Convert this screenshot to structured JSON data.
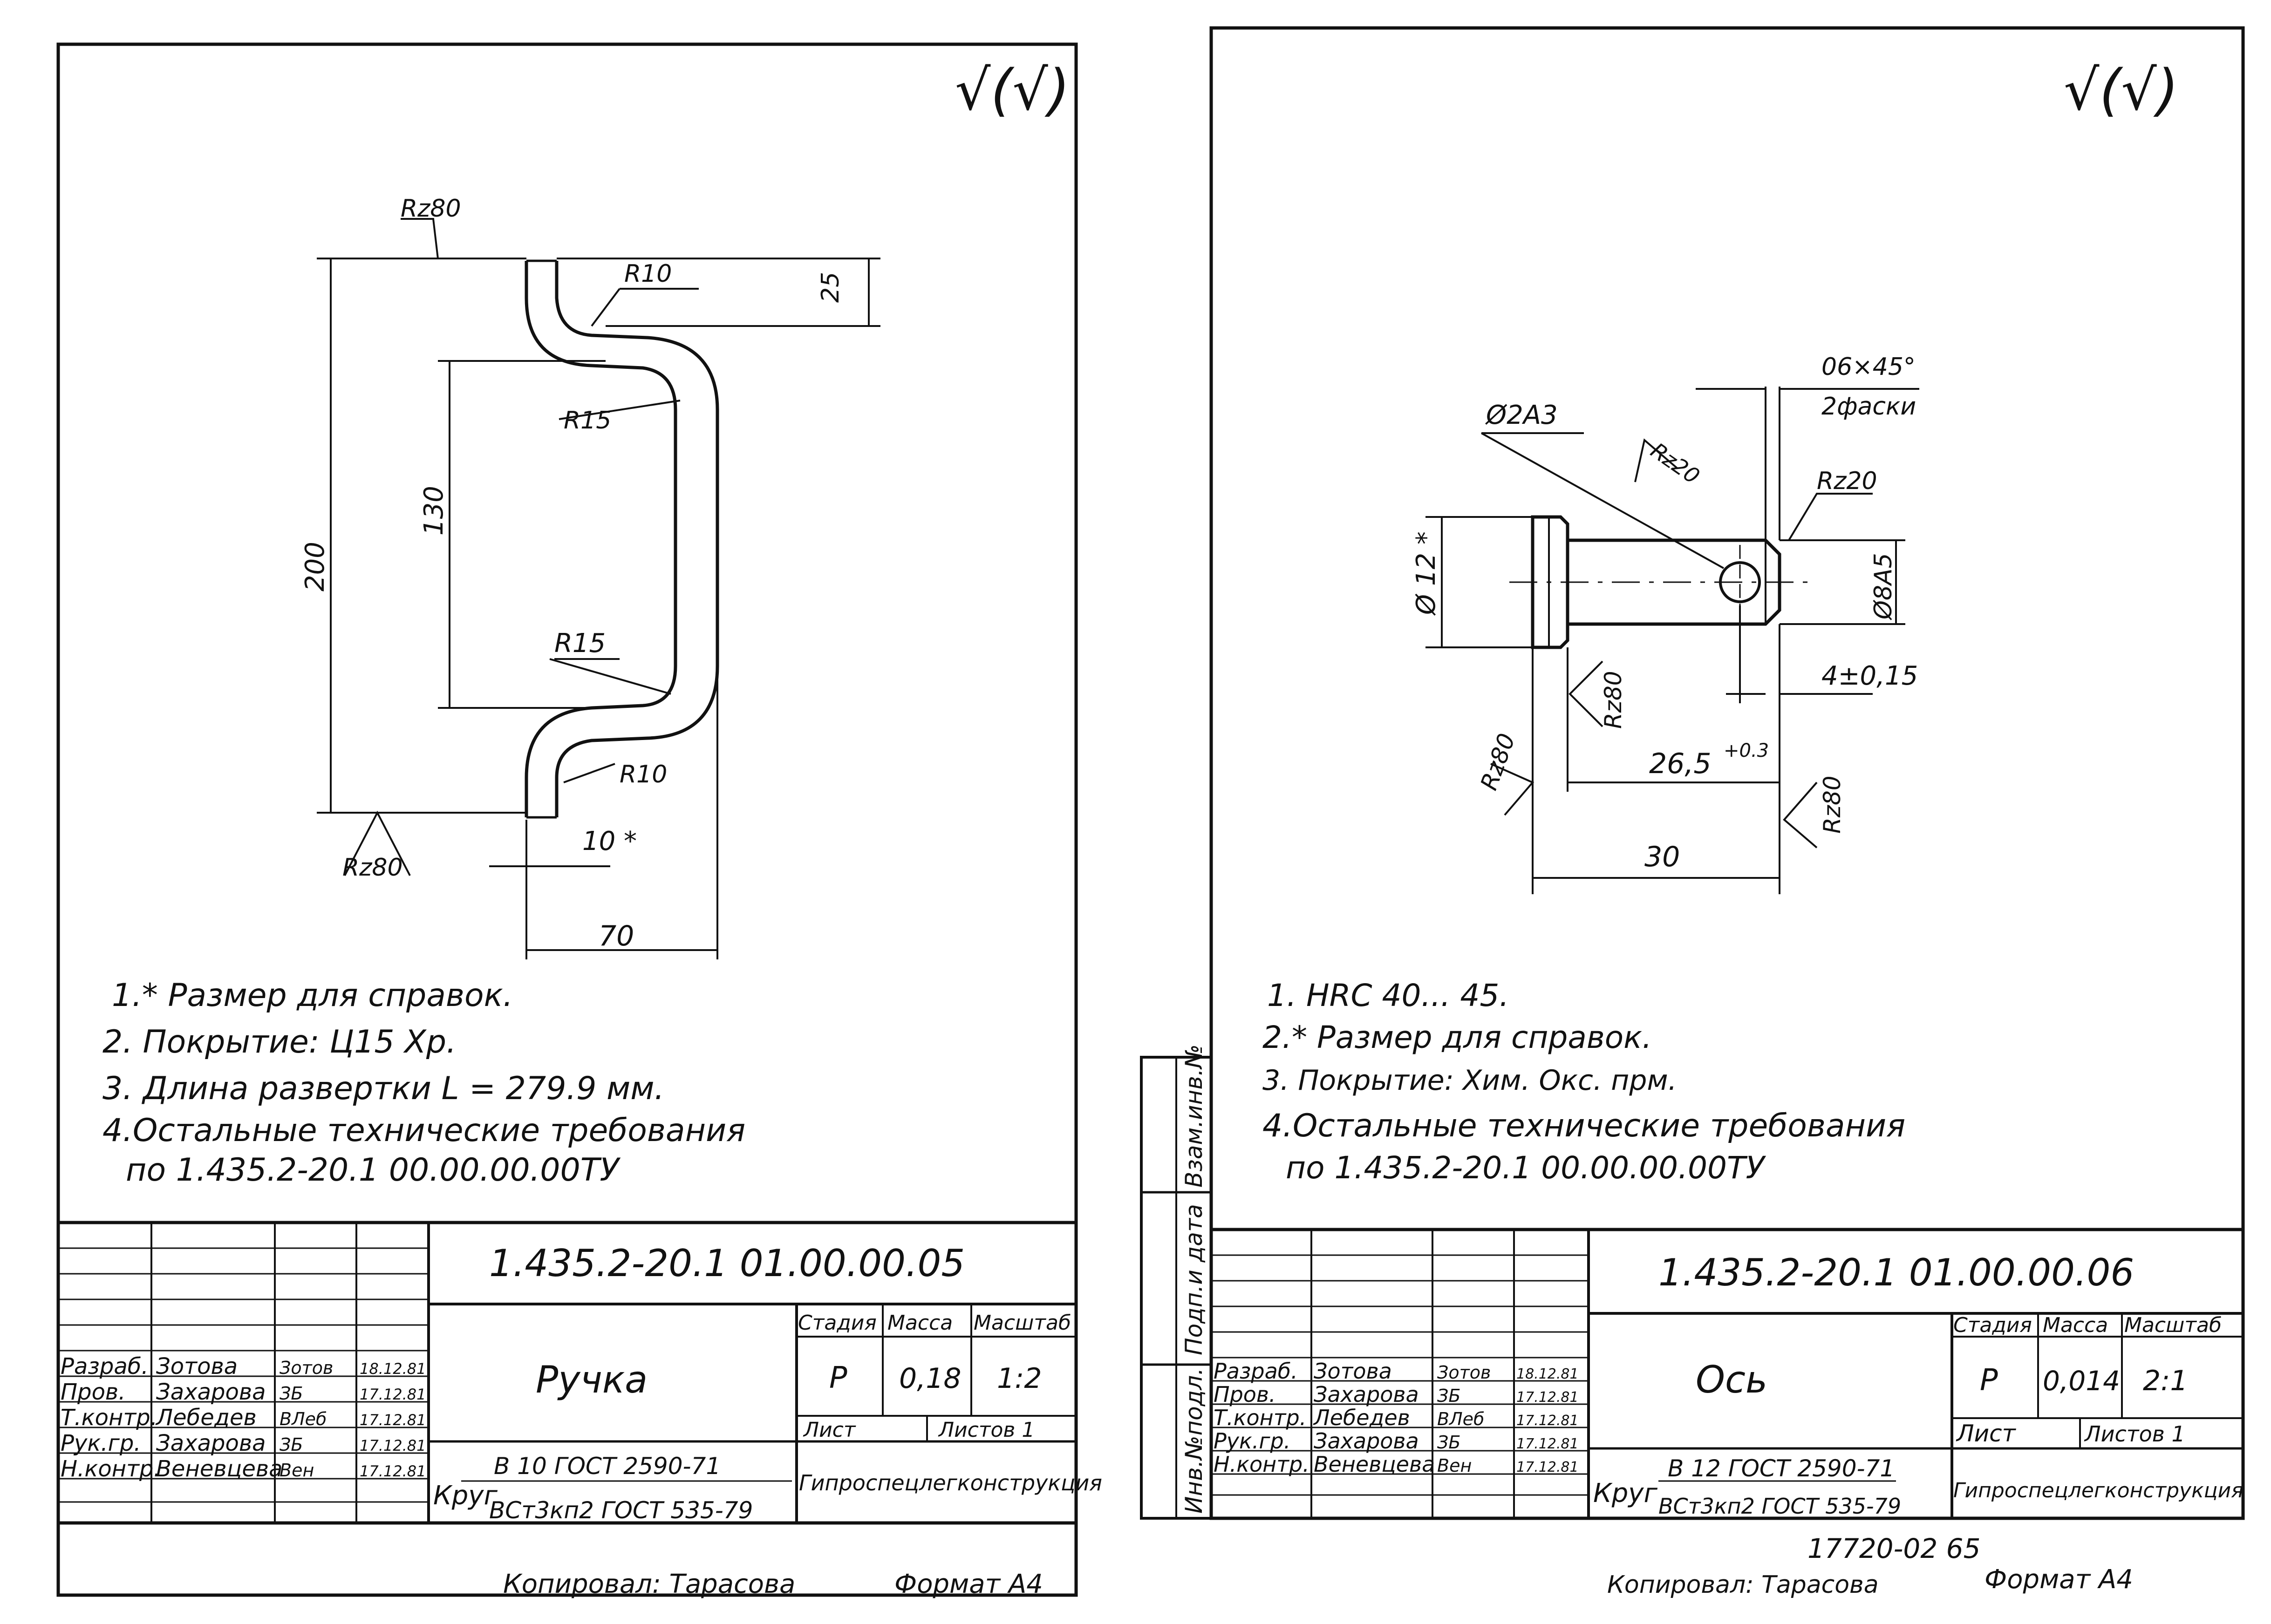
{
  "left_sheet": {
    "roughness_symbol": "√(√)",
    "dimensions": {
      "rz_top": "Rz80",
      "r10_top": "R10",
      "d25": "25",
      "r15_top": "R15",
      "d130": "130",
      "d200": "200",
      "r15_bottom": "R15",
      "r10_bottom": "R10",
      "rz_bottom": "Rz80",
      "d10": "10 *",
      "d70": "70"
    },
    "notes": [
      "1.* Размер для справок.",
      "2. Покрытие: Ц15 Хр.",
      "3. Длина развертки L = 279.9 мм.",
      "4.Остальные технические требования",
      "по 1.435.2-20.1 00.00.00.00ТУ"
    ],
    "title_block": {
      "designation": "1.435.2-20.1 01.00.00.05",
      "name": "Ручка",
      "headers": {
        "stage": "Стадия",
        "mass": "Масса",
        "scale": "Масштаб",
        "sheet": "Лист",
        "sheets": "Листов 1"
      },
      "values": {
        "stage": "Р",
        "mass": "0,18",
        "scale": "1:2"
      },
      "people": [
        {
          "role": "Разраб.",
          "name": "Зотова",
          "sign": "Зотов",
          "date": "18.12.81"
        },
        {
          "role": "Пров.",
          "name": "Захарова",
          "sign": "ЗБ",
          "date": "17.12.81"
        },
        {
          "role": "Т.контр.",
          "name": "Лебедев",
          "sign": "ВЛеб",
          "date": "17.12.81"
        },
        {
          "role": "Рук.гр.",
          "name": "Захарова",
          "sign": "ЗБ",
          "date": "17.12.81"
        },
        {
          "role": "Н.контр.",
          "name": "Веневцева",
          "sign": "Вен",
          "date": "17.12.81"
        }
      ],
      "material_prefix": "Круг",
      "material_top": "В 10 ГОСТ 2590-71",
      "material_bottom": "ВСт3кп2 ГОСТ 535-79",
      "organization": "Гипроспецлегконструкция"
    },
    "footer": {
      "copied": "Копировал: Тарасова",
      "format": "Формат А4"
    }
  },
  "right_sheet": {
    "roughness_symbol": "√(√)",
    "dimensions": {
      "chamfer": "06×45°",
      "chamfer_note": "2фаски",
      "hole": "Ø2А3",
      "rz20_a": "Rz20",
      "rz20_b": "Rz20",
      "d12": "Ø 12 *",
      "d8": "Ø8А5",
      "d4": "4±0,15",
      "rz80_a": "Rz80",
      "rz80_b": "Rz80",
      "rz80_c": "Rz80",
      "d265": "26,5",
      "d265_tol": "+0.3",
      "d30": "30"
    },
    "notes": [
      "1. HRC 40... 45.",
      "2.* Размер для справок.",
      "3. Покрытие: Хим. Окс. прм.",
      "4.Остальные технические требования",
      "по 1.435.2-20.1 00.00.00.00ТУ"
    ],
    "side_column": [
      "Взам.инв.№",
      "Подп.и дата",
      "Инв.№подл."
    ],
    "title_block": {
      "designation": "1.435.2-20.1 01.00.00.06",
      "name": "Ось",
      "headers": {
        "stage": "Стадия",
        "mass": "Масса",
        "scale": "Масштаб",
        "sheet": "Лист",
        "sheets": "Листов 1"
      },
      "values": {
        "stage": "Р",
        "mass": "0,014",
        "scale": "2:1"
      },
      "people": [
        {
          "role": "Разраб.",
          "name": "Зотова",
          "sign": "Зотов",
          "date": "18.12.81"
        },
        {
          "role": "Пров.",
          "name": "Захарова",
          "sign": "ЗБ",
          "date": "17.12.81"
        },
        {
          "role": "Т.контр.",
          "name": "Лебедев",
          "sign": "ВЛеб",
          "date": "17.12.81"
        },
        {
          "role": "Рук.гр.",
          "name": "Захарова",
          "sign": "ЗБ",
          "date": "17.12.81"
        },
        {
          "role": "Н.контр.",
          "name": "Веневцева",
          "sign": "Вен",
          "date": "17.12.81"
        }
      ],
      "material_prefix": "Круг",
      "material_top": "В 12 ГОСТ 2590-71",
      "material_bottom": "ВСт3кп2 ГОСТ 535-79",
      "organization": "Гипроспецлегконструкция"
    },
    "archive_number": "17720-02 65",
    "footer": {
      "copied": "Копировал: Тарасова",
      "format": "Формат А4"
    }
  }
}
